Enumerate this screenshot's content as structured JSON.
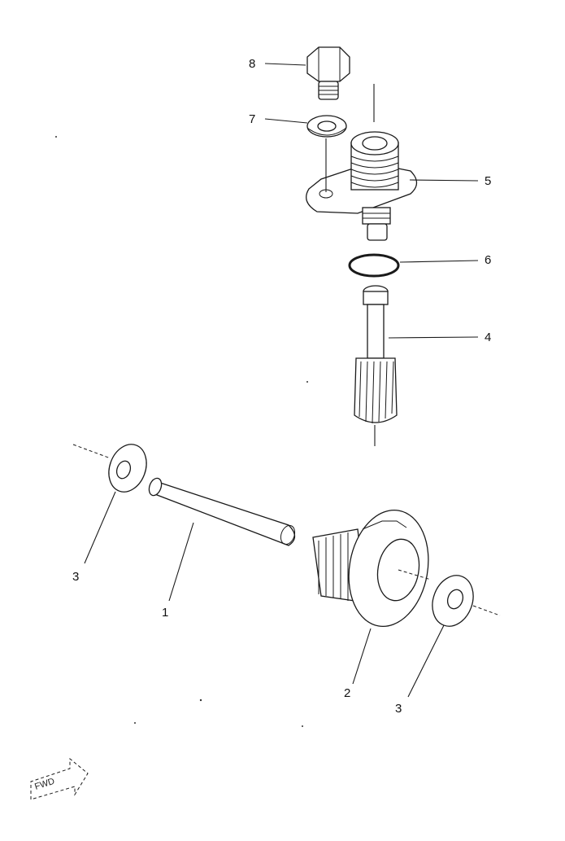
{
  "callouts": {
    "part_1": "1",
    "part_2": "2",
    "part_3_left": "3",
    "part_3_right": "3",
    "part_4": "4",
    "part_5": "5",
    "part_6": "6",
    "part_7": "7",
    "part_8": "8"
  },
  "forward_badge": {
    "text": "FWD"
  }
}
